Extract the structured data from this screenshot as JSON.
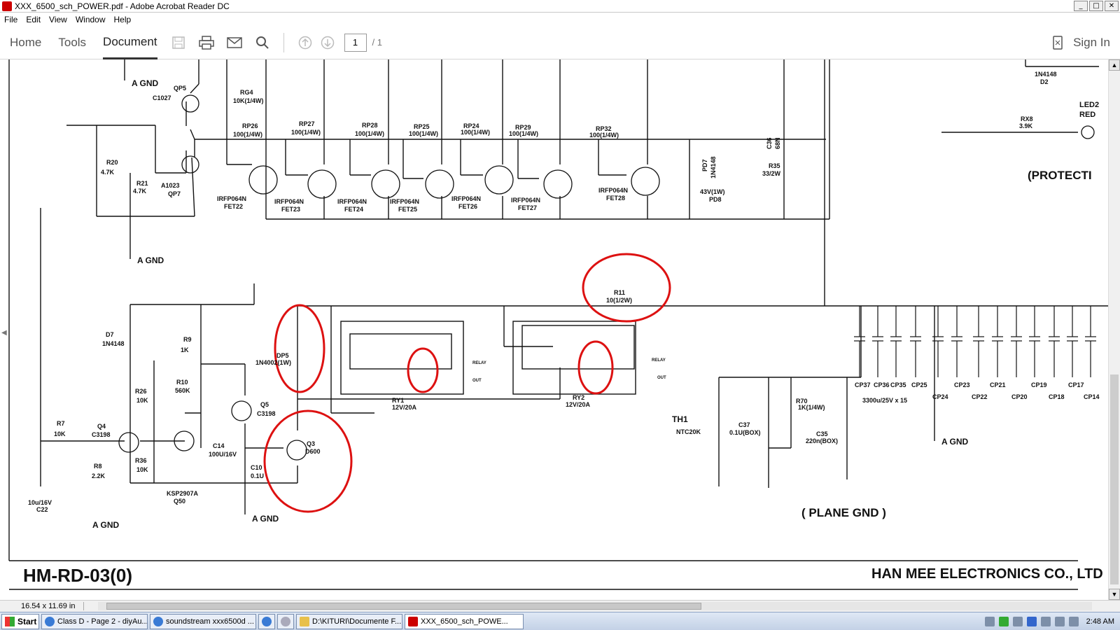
{
  "window": {
    "title": "XXX_6500_sch_POWER.pdf - Adobe Acrobat Reader DC",
    "min": "_",
    "max": "□",
    "close": "✕"
  },
  "menu": [
    "File",
    "Edit",
    "View",
    "Window",
    "Help"
  ],
  "toolbar": {
    "tabs": [
      {
        "label": "Home",
        "active": false
      },
      {
        "label": "Tools",
        "active": false
      },
      {
        "label": "Document",
        "active": true
      }
    ],
    "page_current": "1",
    "page_total": "/ 1",
    "sign_in": "Sign In"
  },
  "schematic": {
    "title_block_left": "HM-RD-03(0)",
    "title_block_right": "HAN MEE ELECTRONICS CO., LTD",
    "plane_gnd": "( PLANE GND )",
    "protection": "(PROTECTI",
    "agnd": "A GND",
    "labels": {
      "qp5": "QP5",
      "c1027": "C1027",
      "rg4": "RG4",
      "rg4v": "10K(1/4W)",
      "r20": "R20",
      "r20v": "4.7K",
      "r21": "R21",
      "r21v": "4.7K",
      "a1023": "A1023",
      "qp7": "QP7",
      "rp26": "RP26",
      "rp26v": "100(1/4W)",
      "rp27": "RP27",
      "rp27v": "100(1/4W)",
      "rp28": "RP28",
      "rp28v": "100(1/4W)",
      "rp25": "RP25",
      "rp25v": "100(1/4W)",
      "rp24": "RP24",
      "rp24v": "100(1/4W)",
      "rp29": "RP29",
      "rp29v": "100(1/4W)",
      "rp32": "RP32",
      "rp32v": "100(1/4W)",
      "irfp": "IRFP064N",
      "fet22": "FET22",
      "fet23": "FET23",
      "fet24": "FET24",
      "fet25": "FET25",
      "fet26": "FET26",
      "fet27": "FET27",
      "fet28": "FET28",
      "pd7": "PD7",
      "pd7v": "1N4148",
      "pd8v": "43V(1W)",
      "pd8": "PD8",
      "c36": "C36",
      "c36v": "68N",
      "r35": "R35",
      "r35v": "33/2W",
      "d2v": "1N4148",
      "d2": "D2",
      "led2": "LED2",
      "red": "RED",
      "rx8": "RX8",
      "rx8v": "3.9K",
      "r11": "R11",
      "r11v": "10(1/2W)",
      "d7": "D7",
      "d7v": "1N4148",
      "r9": "R9",
      "r9v": "1K",
      "r10": "R10",
      "r10v": "560K",
      "dp5": "DP5",
      "dp5v": "1N4002(1W)",
      "r26": "R26",
      "r26v": "10K",
      "q5": "Q5",
      "q5v": "C3198",
      "q4": "Q4",
      "q4v": "C3198",
      "r7": "R7",
      "r7v": "10K",
      "r8": "R8",
      "r8v": "2.2K",
      "r36": "R36",
      "r36v": "10K",
      "c14": "C14",
      "c14v": "100U/16V",
      "c10": "C10",
      "c10v": "0.1U",
      "q3": "Q3",
      "q3v": "D600",
      "ksp": "KSP2907A",
      "q50": "Q50",
      "c22": "C22",
      "c22v": "10u/16V",
      "ry1": "RY1",
      "ry1v": "12V/20A",
      "ry2": "RY2",
      "ry2v": "12V/20A",
      "relay": "RELAY",
      "out": "OUT",
      "th1": "TH1",
      "ntc": "NTC20K",
      "c37": "C37",
      "c37v": "0.1U(BOX)",
      "r70": "R70",
      "r70v": "1K(1/4W)",
      "c35": "C35",
      "c35v": "220n(BOX)",
      "caps_value": "3300u/25V x 15",
      "cp_top": [
        "CP37",
        "CP36",
        "CP35",
        "CP25",
        "CP23",
        "CP21",
        "CP19",
        "CP17"
      ],
      "cp_bottom": [
        "CP24",
        "CP22",
        "CP20",
        "CP18",
        "CP14"
      ]
    }
  },
  "status": {
    "page_size": "16.54 x 11.69 in"
  },
  "taskbar": {
    "start": "Start",
    "tasks": [
      {
        "label": "Class D - Page 2 - diyAu...",
        "active": false
      },
      {
        "label": "soundstream xxx6500d ...",
        "active": false
      },
      {
        "label": "D:\\KITURI\\Documente F...",
        "active": false
      },
      {
        "label": "XXX_6500_sch_POWE...",
        "active": true
      }
    ],
    "clock": "2:48 AM"
  },
  "colors": {
    "annotation": "#dd1111",
    "ink": "#111111",
    "accent": "#3a7bd5"
  }
}
